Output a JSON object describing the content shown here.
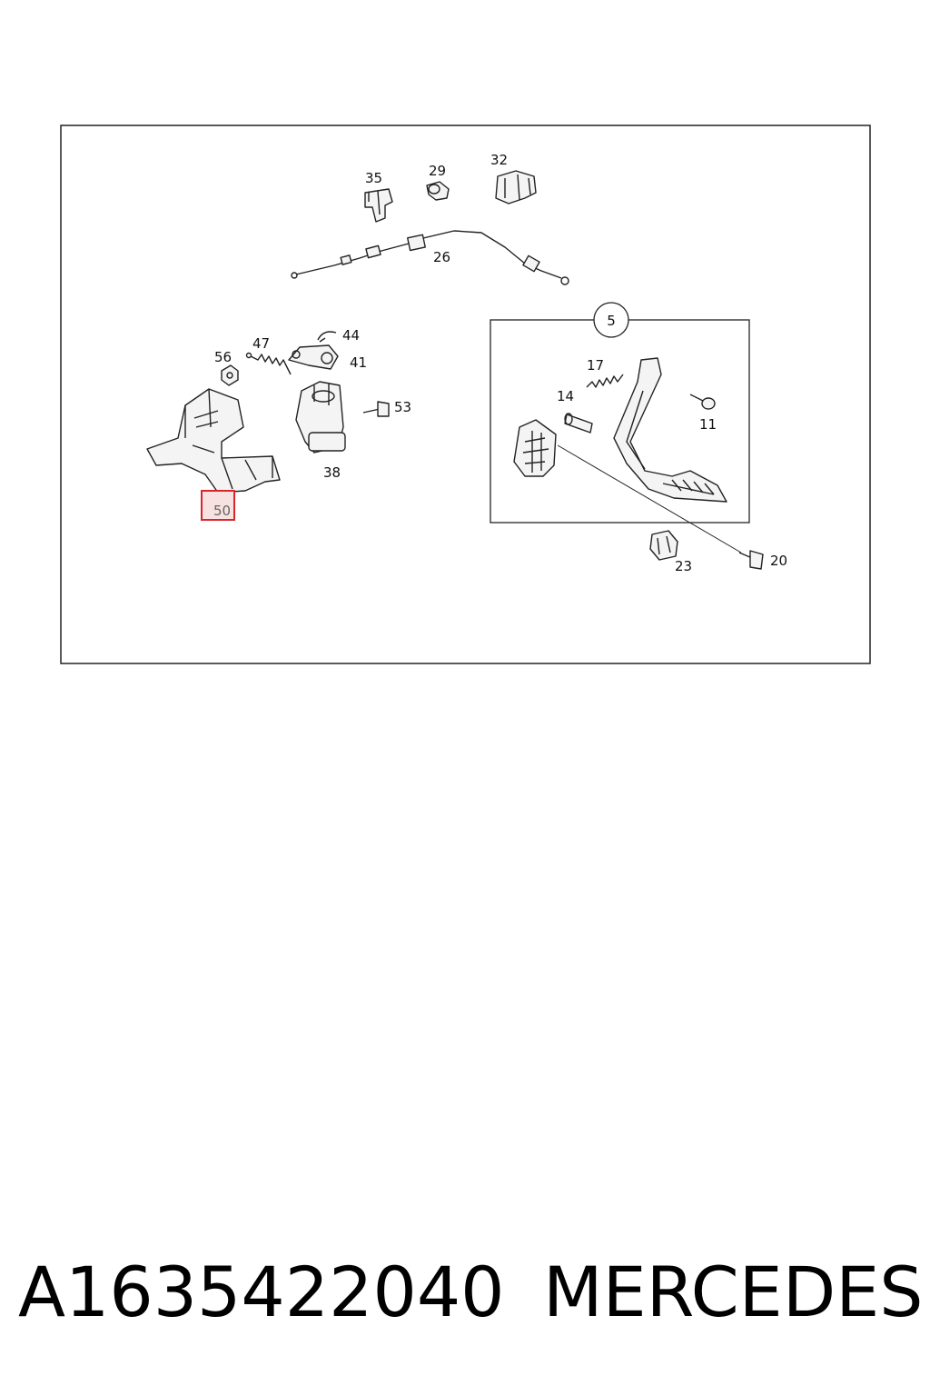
{
  "diagram": {
    "callouts": {
      "c5": "5",
      "c11": "11",
      "c14": "14",
      "c17": "17",
      "c20": "20",
      "c23": "23",
      "c26": "26",
      "c29": "29",
      "c32": "32",
      "c35": "35",
      "c38": "38",
      "c41": "41",
      "c44": "44",
      "c47": "47",
      "c50": "50",
      "c53": "53",
      "c56": "56"
    },
    "highlighted_callout": "50",
    "highlight_color": "#d9262b"
  },
  "footer": {
    "part_number": "A1635422040",
    "brand": "MERCEDES"
  }
}
